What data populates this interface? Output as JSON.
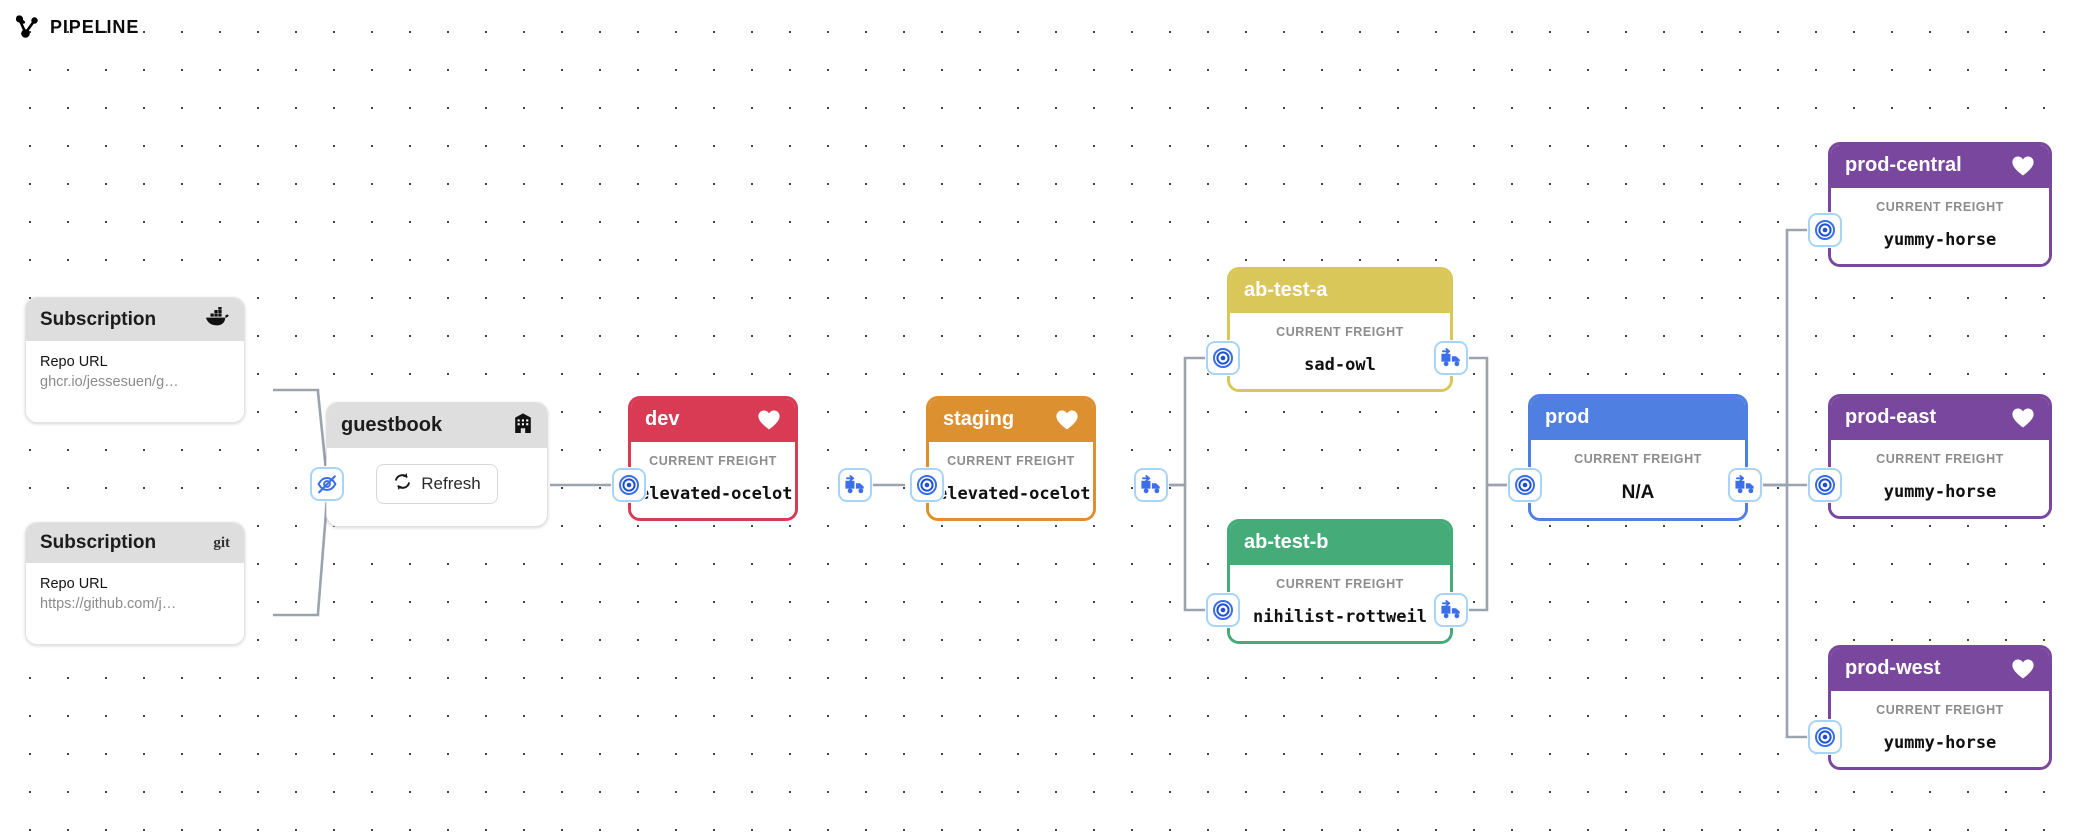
{
  "brand": {
    "label": "PIPELINE",
    "icon": "pipeline-icon"
  },
  "colors": {
    "dev": "#d93b55",
    "staging": "#dd9030",
    "ab_test_a": "#d9c75a",
    "ab_test_b": "#44ab79",
    "prod": "#4f7fe0",
    "prod_region": "#7a479f",
    "accent_blue": "#3b6fe8",
    "edge": "#9aa3ae",
    "header_grey": "#dedede"
  },
  "subscriptions": [
    {
      "title": "Subscription",
      "badge": "docker-icon",
      "badge_text": "",
      "field_label": "Repo URL",
      "field_value": "ghcr.io/jessesuen/g…"
    },
    {
      "title": "Subscription",
      "badge": "git-text",
      "badge_text": "git",
      "field_label": "Repo URL",
      "field_value": "https://github.com/j…"
    }
  ],
  "warehouse": {
    "title": "guestbook",
    "icon": "warehouse-icon",
    "refresh_label": "Refresh",
    "refresh_icon": "refresh-icon",
    "hide_icon": "eye-off-icon"
  },
  "freight_label": "CURRENT FREIGHT",
  "stages": [
    {
      "name": "dev",
      "color": "#d93b55",
      "favorite": true,
      "freight_label": "CURRENT FREIGHT",
      "freight_value": "elevated-ocelot",
      "mono": true,
      "has_target": true,
      "has_truck": true
    },
    {
      "name": "staging",
      "color": "#dd9030",
      "favorite": true,
      "freight_label": "CURRENT FREIGHT",
      "freight_value": "elevated-ocelot",
      "mono": true,
      "has_target": true,
      "has_truck": true
    },
    {
      "name": "ab-test-a",
      "color": "#d9c75a",
      "favorite": false,
      "freight_label": "CURRENT FREIGHT",
      "freight_value": "sad-owl",
      "mono": true,
      "has_target": true,
      "has_truck": true
    },
    {
      "name": "ab-test-b",
      "color": "#44ab79",
      "favorite": false,
      "freight_label": "CURRENT FREIGHT",
      "freight_value": "nihilist-rottweil",
      "mono": true,
      "has_target": true,
      "has_truck": true
    },
    {
      "name": "prod",
      "color": "#4f7fe0",
      "favorite": false,
      "freight_label": "CURRENT FREIGHT",
      "freight_value": "N/A",
      "mono": false,
      "has_target": true,
      "has_truck": true
    },
    {
      "name": "prod-central",
      "color": "#7a479f",
      "favorite": true,
      "freight_label": "CURRENT FREIGHT",
      "freight_value": "yummy-horse",
      "mono": true,
      "has_target": true,
      "has_truck": false
    },
    {
      "name": "prod-east",
      "color": "#7a479f",
      "favorite": true,
      "freight_label": "CURRENT FREIGHT",
      "freight_value": "yummy-horse",
      "mono": true,
      "has_target": true,
      "has_truck": false
    },
    {
      "name": "prod-west",
      "color": "#7a479f",
      "favorite": true,
      "freight_label": "CURRENT FREIGHT",
      "freight_value": "yummy-horse",
      "mono": true,
      "has_target": true,
      "has_truck": false
    }
  ]
}
